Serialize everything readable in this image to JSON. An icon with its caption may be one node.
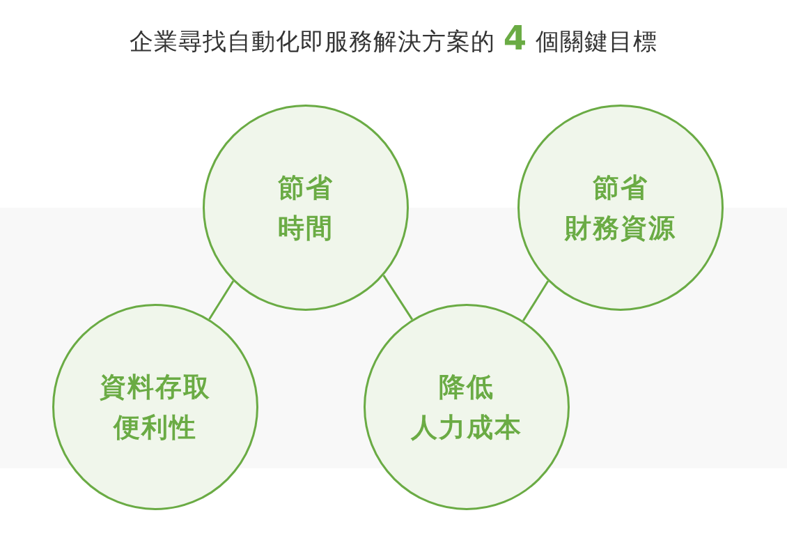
{
  "diagram": {
    "title": "企業尋找自動化即服務解決方案的 **4** 個關鍵目標",
    "nodes": [
      {
        "text": [
          "節省時間"
        ]
      },
      {
        "text": [
          "節省財務資源"
        ]
      },
      {
        "text": [
          "資料存取便利性"
        ]
      },
      {
        "text": [
          "降低人力成本"
        ]
      }
    ],
    "edges": [
      {
        "from": 2,
        "to": 0,
        "arrow": "none"
      },
      {
        "from": 0,
        "to": 3,
        "arrow": "none"
      },
      {
        "from": 3,
        "to": 1,
        "arrow": "none"
      }
    ]
  }
}
